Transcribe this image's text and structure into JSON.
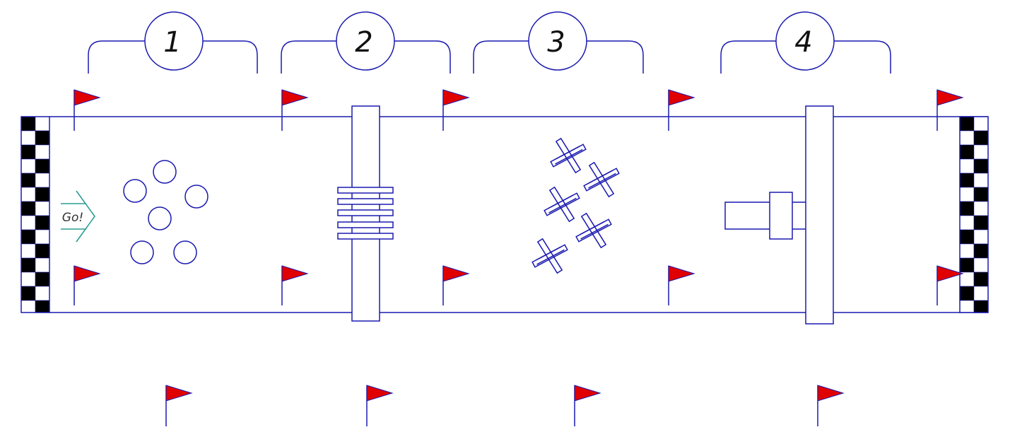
{
  "sections": [
    {
      "number": "1"
    },
    {
      "number": "2"
    },
    {
      "number": "3"
    },
    {
      "number": "4"
    }
  ],
  "start_label": "Go!",
  "colors": {
    "line": "#1a1ab0",
    "flag": "#e00000",
    "arrow": "#2a9d8f",
    "checker_dark": "#000000",
    "checker_light": "#ffffff"
  },
  "icons": [
    "flag-icon",
    "go-arrow-icon",
    "finish-line-icon",
    "start-line-icon"
  ]
}
